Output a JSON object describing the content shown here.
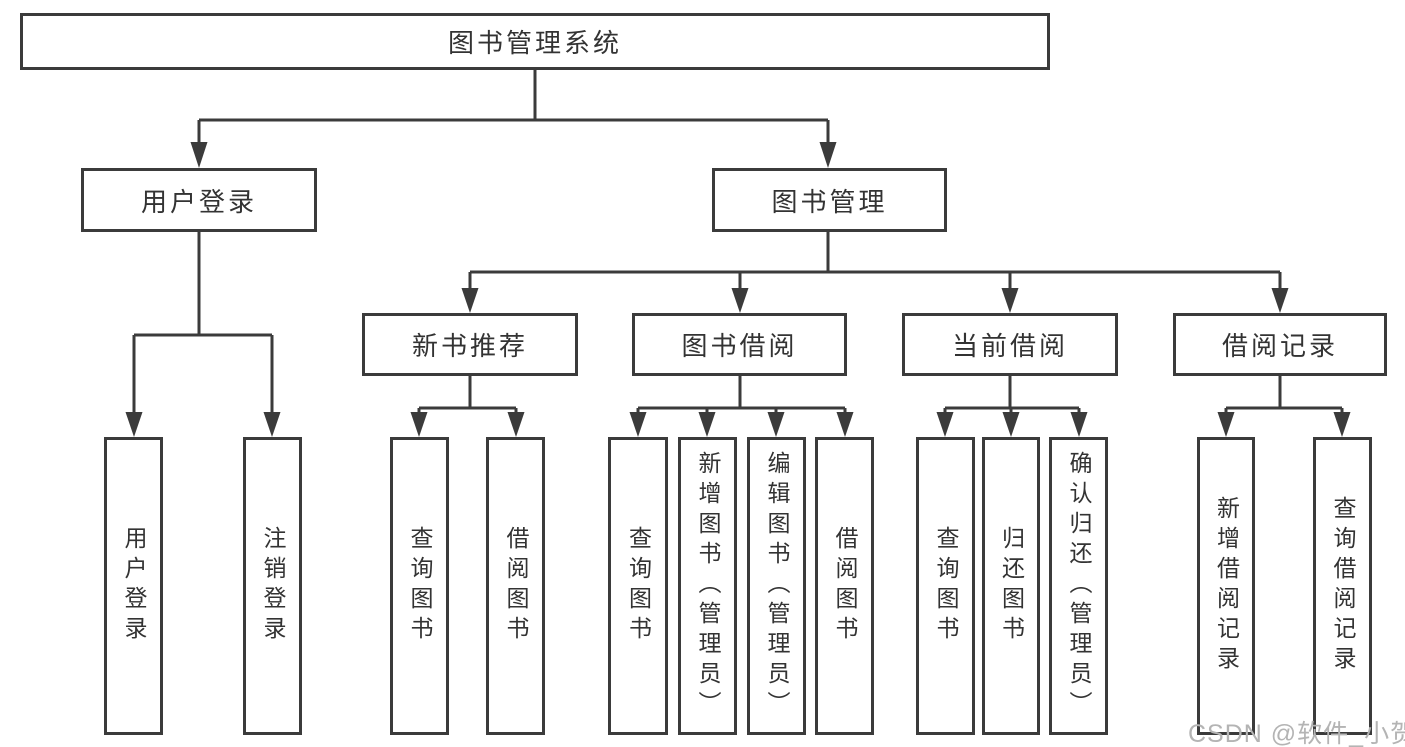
{
  "tree": {
    "label": "图书管理系统",
    "children": [
      {
        "label": "用户登录",
        "children": [
          {
            "label": "用户登录"
          },
          {
            "label": "注销登录"
          }
        ]
      },
      {
        "label": "图书管理",
        "children": [
          {
            "label": "新书推荐",
            "children": [
              {
                "label": "查询图书"
              },
              {
                "label": "借阅图书"
              }
            ]
          },
          {
            "label": "图书借阅",
            "children": [
              {
                "label": "查询图书"
              },
              {
                "label": "新增图书（管理员）"
              },
              {
                "label": "编辑图书（管理员）"
              },
              {
                "label": "借阅图书"
              }
            ]
          },
          {
            "label": "当前借阅",
            "children": [
              {
                "label": "查询图书"
              },
              {
                "label": "归还图书"
              },
              {
                "label": "确认归还（管理员）"
              }
            ]
          },
          {
            "label": "借阅记录",
            "children": [
              {
                "label": "新增借阅记录"
              },
              {
                "label": "查询借阅记录"
              }
            ]
          }
        ]
      }
    ]
  },
  "watermark": {
    "text": "CSDN @软件_小贺同学"
  },
  "colors": {
    "line": "#3b3b3b",
    "node_border": "#3b3b3b",
    "text": "#333333",
    "watermark": "#b4b4b4",
    "background": "#ffffff"
  }
}
